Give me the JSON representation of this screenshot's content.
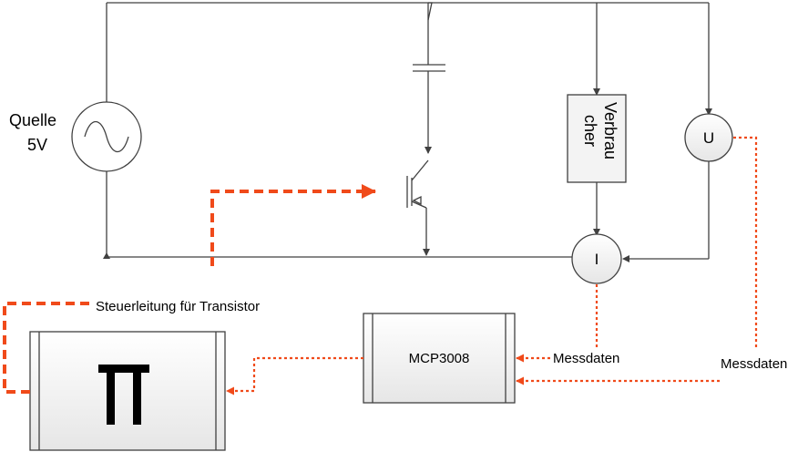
{
  "source": {
    "label_line1": "Quelle",
    "label_line2": "5V"
  },
  "consumer": {
    "label_line1": "Verbrau",
    "label_line2": "cher"
  },
  "voltmeter": {
    "symbol": "U"
  },
  "ammeter": {
    "symbol": "I"
  },
  "adc": {
    "label": "MCP3008"
  },
  "controller": {
    "symbol": "π",
    "icon": "pi-icon"
  },
  "control_line": {
    "label": "Steuerleitung für Transistor"
  },
  "measurement_labels": {
    "adc_input": "Messdaten",
    "right_input": "Messdaten"
  },
  "colors": {
    "wire": "#404040",
    "signal": "#f04a1a",
    "component_fill": "#f3f3f3"
  }
}
